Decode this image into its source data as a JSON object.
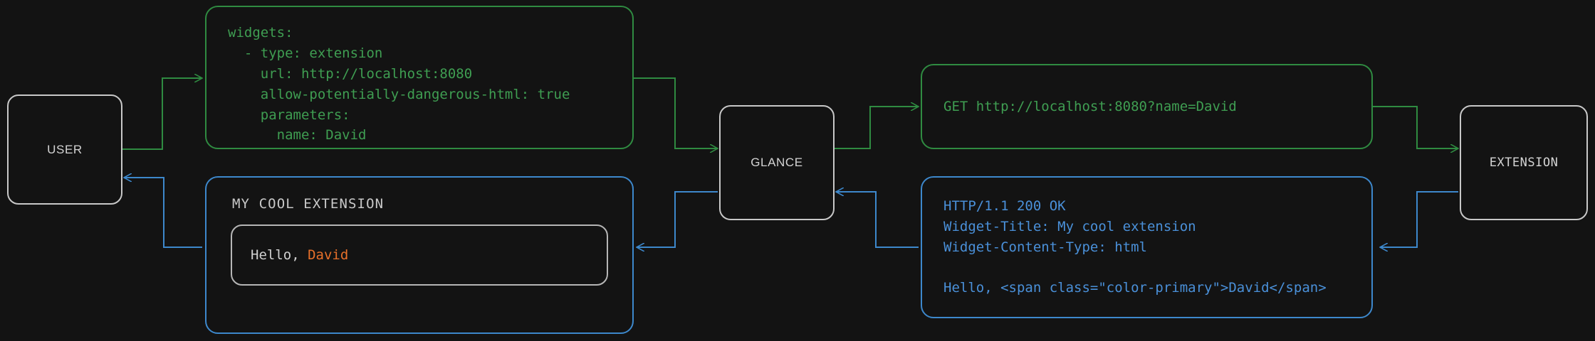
{
  "theme": {
    "background": "#131313",
    "node_border": "#c8c8c8",
    "node_text": "#d4d4d4",
    "request_green": "#3f9e52",
    "request_green_border": "#2f8b41",
    "response_blue": "#4a90d9",
    "response_blue_border": "#3d88cc",
    "accent_primary": "#e8702a",
    "widget_card_border": "#b6b6b6"
  },
  "nodes": {
    "user": {
      "label": "USER"
    },
    "glance": {
      "label": "GLANCE"
    },
    "extension": {
      "label": "EXTENSION"
    }
  },
  "panels": {
    "config": {
      "kind": "yaml-config",
      "color": "green",
      "text": "widgets:\n  - type: extension\n    url: http://localhost:8080\n    allow-potentially-dangerous-html: true\n    parameters:\n      name: David"
    },
    "request": {
      "kind": "http-request",
      "color": "green",
      "text": "GET http://localhost:8080?name=David"
    },
    "response": {
      "kind": "http-response",
      "color": "blue",
      "text": "HTTP/1.1 200 OK\nWidget-Title: My cool extension\nWidget-Content-Type: html\n\nHello, <span class=\"color-primary\">David</span>"
    },
    "widget": {
      "kind": "rendered-widget",
      "color": "blue",
      "title": "MY COOL EXTENSION",
      "body_prefix": "Hello, ",
      "body_accent": "David"
    }
  },
  "edges": [
    {
      "name": "user-to-config",
      "color": "green",
      "direction": "forward"
    },
    {
      "name": "config-to-glance",
      "color": "green",
      "direction": "forward"
    },
    {
      "name": "glance-to-request",
      "color": "green",
      "direction": "forward"
    },
    {
      "name": "request-to-extension",
      "color": "green",
      "direction": "forward"
    },
    {
      "name": "extension-to-response",
      "color": "blue",
      "direction": "forward"
    },
    {
      "name": "response-to-glance",
      "color": "blue",
      "direction": "forward"
    },
    {
      "name": "glance-to-widget",
      "color": "blue",
      "direction": "forward"
    },
    {
      "name": "widget-to-user",
      "color": "blue",
      "direction": "forward"
    }
  ]
}
